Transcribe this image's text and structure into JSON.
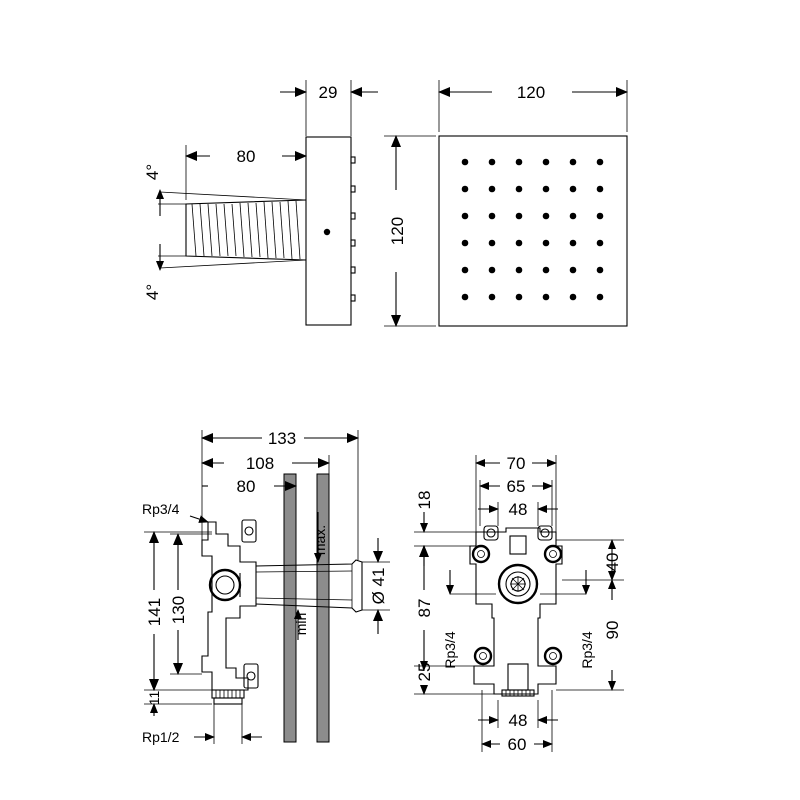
{
  "colors": {
    "stroke": "#000000",
    "background": "#ffffff",
    "wall_fill": "#8c8c8c"
  },
  "top_view": {
    "depth": "29",
    "width": "120",
    "height": "120",
    "arm_length": "80",
    "angle_top": "4°",
    "angle_bottom": "4°",
    "nozzle_grid": {
      "rows": 6,
      "cols": 6
    }
  },
  "side_box": {
    "total_length": "133",
    "length_108": "108",
    "length_80": "80",
    "inlet_top": "Rp3/4",
    "inlet_bottom": "Rp1/2",
    "height_141": "141",
    "height_130": "130",
    "offset_11": "11",
    "diameter": "Ø 41",
    "max_label": "max.",
    "min_label": "min"
  },
  "front_box": {
    "width_70": "70",
    "width_65": "65",
    "width_48_top": "48",
    "offset_18": "18",
    "height_87": "87",
    "height_25": "25",
    "height_40": "40",
    "height_90": "90",
    "port_left": "Rp3/4",
    "port_right": "Rp3/4",
    "width_48_bottom": "48",
    "width_60": "60"
  }
}
